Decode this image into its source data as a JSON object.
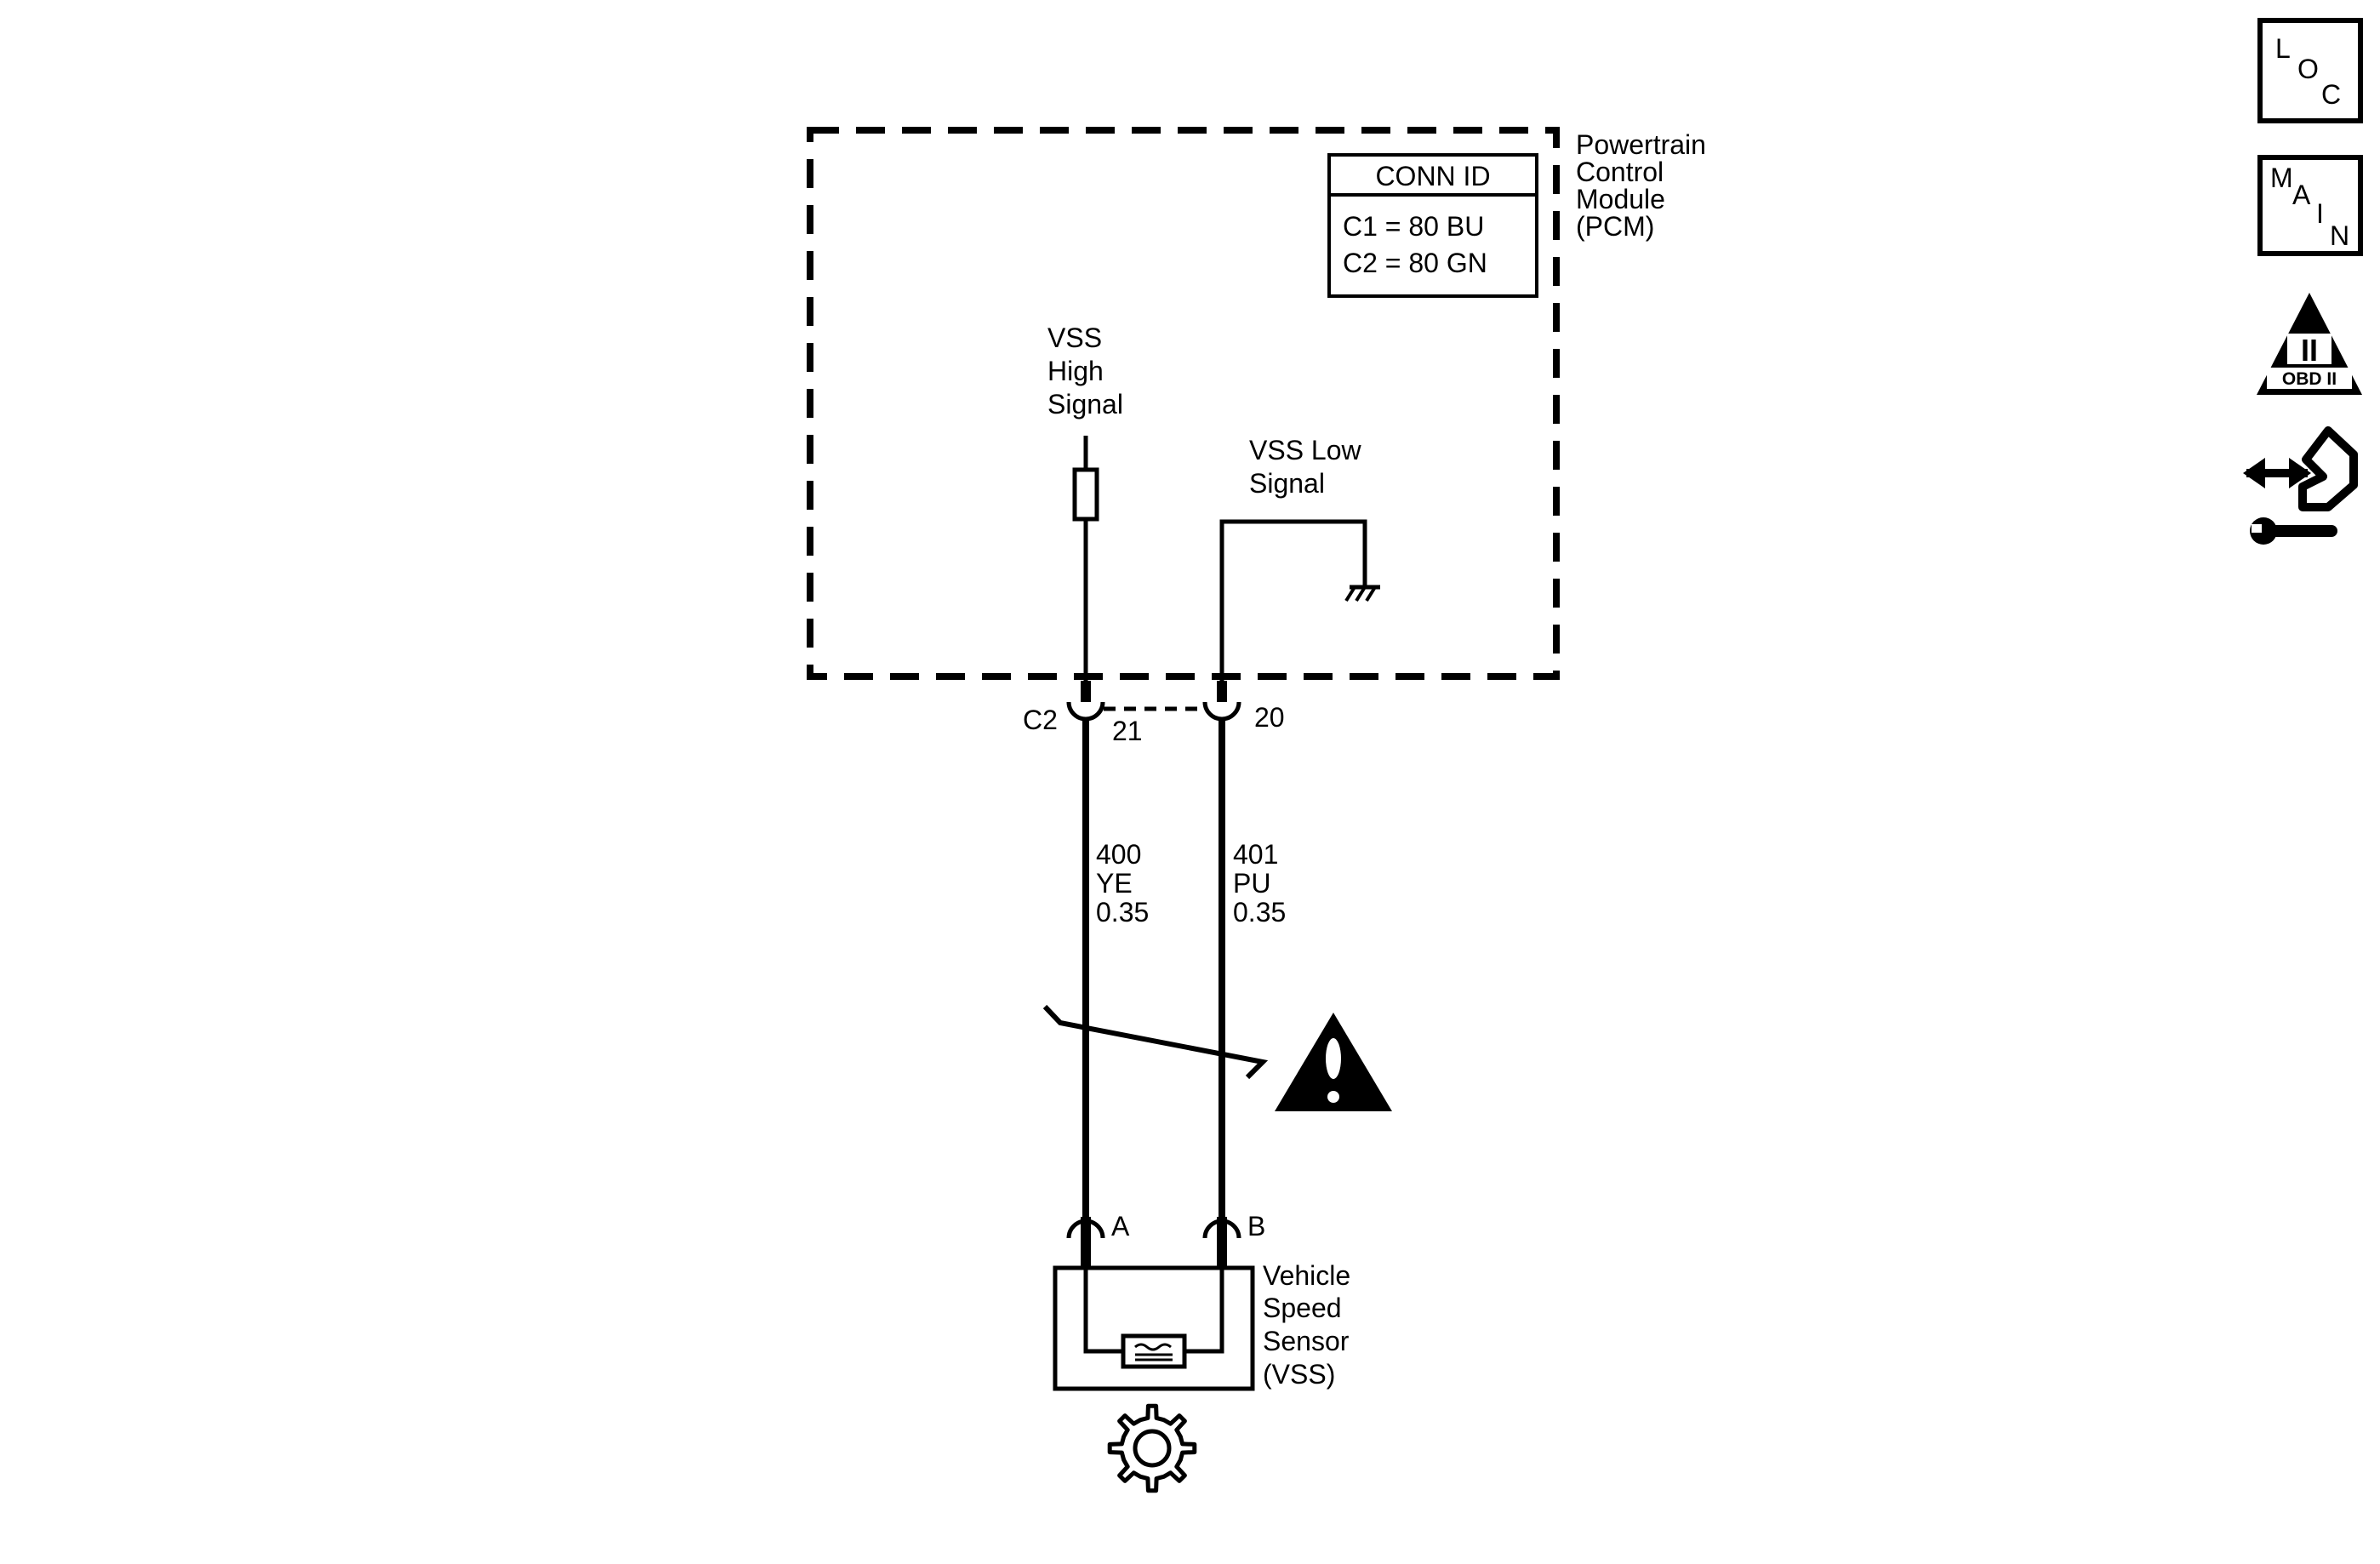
{
  "pcm": {
    "name_lines": [
      "Powertrain",
      "Control",
      "Module",
      "(PCM)"
    ],
    "conn_id": {
      "title": "CONN ID",
      "rows": [
        "C1 = 80 BU",
        "C2 = 80 GN"
      ]
    },
    "vss_high_lines": [
      "VSS",
      "High",
      "Signal"
    ],
    "vss_low_lines": [
      "VSS Low",
      "Signal"
    ]
  },
  "connector": {
    "name": "C2",
    "pin_high": "21",
    "pin_low": "20"
  },
  "wires": [
    {
      "circuit": "400",
      "color": "YE",
      "gauge": "0.35"
    },
    {
      "circuit": "401",
      "color": "PU",
      "gauge": "0.35"
    }
  ],
  "sensor": {
    "pin_a": "A",
    "pin_b": "B",
    "name_lines": [
      "Vehicle",
      "Speed",
      "Sensor",
      "(VSS)"
    ]
  },
  "nav": {
    "loc_letters": [
      "L",
      "O",
      "C"
    ],
    "main_letters": [
      "M",
      "A",
      "I",
      "N"
    ],
    "obd_numeral": "II",
    "obd_text": "OBD II"
  },
  "icons": {
    "warning": "warning-triangle-icon",
    "ground": "ground-icon",
    "gear": "gear-icon",
    "loc": "loc-icon",
    "main": "main-icon",
    "obd": "obd-ii-icon",
    "connector_view": "connector-end-view-icon"
  }
}
